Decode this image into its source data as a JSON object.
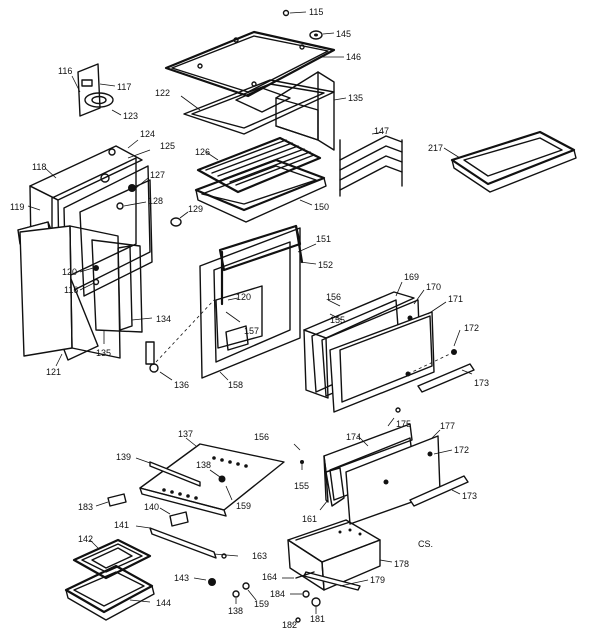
{
  "diagram": {
    "code": "CS.",
    "labels": {
      "l115": "115",
      "l145": "145",
      "l146": "146",
      "l116a": "116",
      "l117": "117",
      "l122": "122",
      "l135a": "135",
      "l123": "123",
      "l147": "147",
      "l217": "217",
      "l118": "118",
      "l124": "124",
      "l125": "125",
      "l126": "126",
      "l127": "127",
      "l128": "128",
      "l119": "119",
      "l150": "150",
      "l129": "129",
      "l151": "151",
      "l152": "152",
      "l120a": "120",
      "l116b": "116",
      "l169": "169",
      "l170": "170",
      "l171": "171",
      "l156a": "156",
      "l120b": "120",
      "l155a": "155",
      "l157": "157",
      "l134": "134",
      "l172a": "172",
      "l135b": "135",
      "l121": "121",
      "l136": "136",
      "l158": "158",
      "l173a": "173",
      "l137": "137",
      "l175": "175",
      "l177": "177",
      "l156b": "156",
      "l174": "174",
      "l172b": "172",
      "l139": "139",
      "l138a": "138",
      "l155b": "155",
      "l159a": "159",
      "l173b": "173",
      "l183": "183",
      "l140": "140",
      "l161": "161",
      "l141": "141",
      "l142": "142",
      "l163": "163",
      "l178": "178",
      "l164": "164",
      "l179": "179",
      "l143": "143",
      "l184": "184",
      "l138b": "138",
      "l159b": "159",
      "l144": "144",
      "l182": "182",
      "l181": "181"
    }
  }
}
